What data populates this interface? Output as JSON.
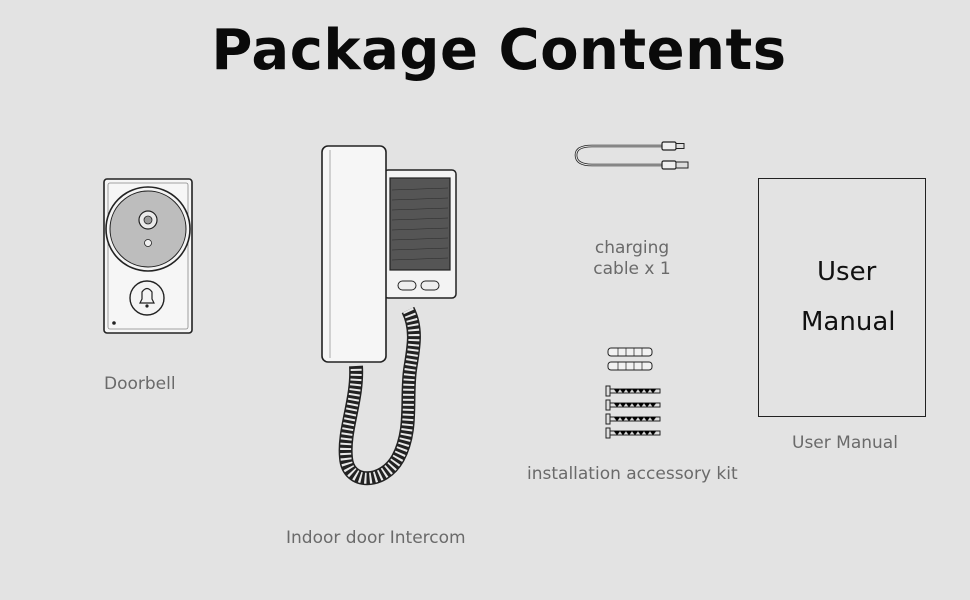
{
  "title": "Package Contents",
  "items": {
    "doorbell": {
      "label": "Doorbell"
    },
    "intercom": {
      "label": "Indoor door Intercom"
    },
    "cable": {
      "label_line1": "charging",
      "label_line2": "cable x 1"
    },
    "accessory_kit": {
      "label": "installation accessory kit"
    },
    "manual": {
      "label": "User Manual",
      "cover_line1": "User",
      "cover_line2": "Manual"
    }
  },
  "colors": {
    "background": "#e3e3e3",
    "title": "#0a0a0a",
    "caption": "#6a6a6a",
    "line_art": "#222222"
  }
}
